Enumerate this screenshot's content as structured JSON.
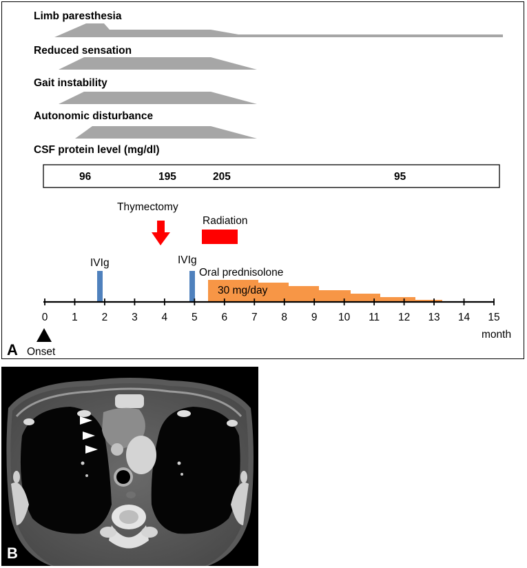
{
  "panel_a": {
    "label": "A",
    "symptoms": [
      {
        "label": "Limb paresthesia"
      },
      {
        "label": "Reduced sensation"
      },
      {
        "label": "Gait instability"
      },
      {
        "label": "Autonomic disturbance"
      }
    ],
    "csf": {
      "label": "CSF protein level (mg/dl)",
      "values": [
        "96",
        "195",
        "205",
        "95"
      ]
    },
    "events": {
      "thymectomy": "Thymectomy",
      "radiation": "Radiation",
      "ivig_1": "IVIg",
      "ivig_2": "IVIg",
      "prednisolone": "Oral prednisolone",
      "dose": "30 mg/day"
    },
    "axis": {
      "ticks": [
        "0",
        "1",
        "2",
        "3",
        "4",
        "5",
        "6",
        "7",
        "8",
        "9",
        "10",
        "11",
        "12",
        "13",
        "14",
        "15"
      ],
      "unit": "month",
      "onset": "Onset"
    },
    "colors": {
      "symptom": "#a6a6a6",
      "ivig": "#4f81bd",
      "radiation": "#ff0000",
      "thymectomy": "#ff0000",
      "prednisolone": "#f79646",
      "onset": "#000000"
    }
  },
  "panel_b": {
    "label": "B",
    "image": "chest-ct-axial",
    "marker": "arrowhead-icon"
  }
}
